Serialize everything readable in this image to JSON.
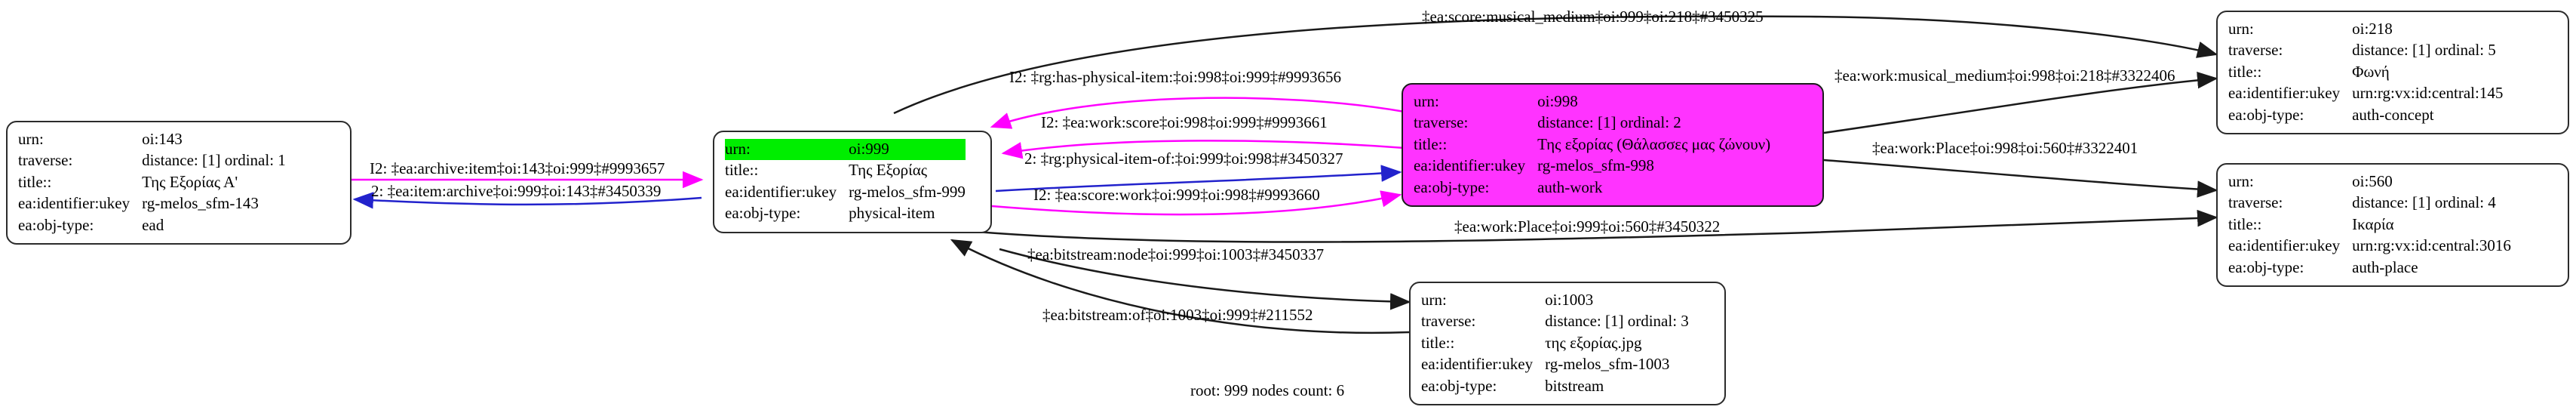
{
  "graph": {
    "footer": "root: 999 nodes count: 6",
    "colors": {
      "highlight_green": "#00ee00",
      "focus_magenta": "#ff33ff",
      "edge_black": "#1a1a1a",
      "edge_magenta": "#ff00ff",
      "edge_blue": "#2222cc",
      "node_border": "#2b2b2b"
    }
  },
  "nodes": [
    {
      "id": "oi143",
      "name": "node-oi-143",
      "style": "plain",
      "rows": [
        {
          "key": "urn:",
          "value": "oi:143"
        },
        {
          "key": "traverse:",
          "value": "distance: [1]     ordinal: 1"
        },
        {
          "key": "title::",
          "value": "Της Εξορίας Α'"
        },
        {
          "key": "ea:identifier:ukey",
          "value": "rg-melos_sfm-143"
        },
        {
          "key": "ea:obj-type:",
          "value": "ead"
        }
      ]
    },
    {
      "id": "oi999",
      "name": "node-oi-999",
      "style": "root-highlight",
      "rows": [
        {
          "key": "urn:",
          "value": "oi:999",
          "highlight": true
        },
        {
          "key": "title::",
          "value": "Της Εξορίας"
        },
        {
          "key": "ea:identifier:ukey",
          "value": "rg-melos_sfm-999"
        },
        {
          "key": "ea:obj-type:",
          "value": "physical-item"
        }
      ]
    },
    {
      "id": "oi998",
      "name": "node-oi-998",
      "style": "magenta",
      "rows": [
        {
          "key": "urn:",
          "value": "oi:998"
        },
        {
          "key": "traverse:",
          "value": "distance: [1]     ordinal: 2"
        },
        {
          "key": "title::",
          "value": "Της εξορίας (Θάλασσες μας ζώνουν)"
        },
        {
          "key": "ea:identifier:ukey",
          "value": "rg-melos_sfm-998"
        },
        {
          "key": "ea:obj-type:",
          "value": "auth-work"
        }
      ]
    },
    {
      "id": "oi218",
      "name": "node-oi-218",
      "style": "plain",
      "rows": [
        {
          "key": "urn:",
          "value": "oi:218"
        },
        {
          "key": "traverse:",
          "value": "distance: [1]     ordinal: 5"
        },
        {
          "key": "title::",
          "value": "Φωνή"
        },
        {
          "key": "ea:identifier:ukey",
          "value": "urn:rg:vx:id:central:145"
        },
        {
          "key": "ea:obj-type:",
          "value": "auth-concept"
        }
      ]
    },
    {
      "id": "oi560",
      "name": "node-oi-560",
      "style": "plain",
      "rows": [
        {
          "key": "urn:",
          "value": "oi:560"
        },
        {
          "key": "traverse:",
          "value": "distance: [1]     ordinal: 4"
        },
        {
          "key": "title::",
          "value": "Ικαρία"
        },
        {
          "key": "ea:identifier:ukey",
          "value": "urn:rg:vx:id:central:3016"
        },
        {
          "key": "ea:obj-type:",
          "value": "auth-place"
        }
      ]
    },
    {
      "id": "oi1003",
      "name": "node-oi-1003",
      "style": "plain",
      "rows": [
        {
          "key": "urn:",
          "value": "oi:1003"
        },
        {
          "key": "traverse:",
          "value": "distance: [1]     ordinal: 3"
        },
        {
          "key": "title::",
          "value": "της εξορίας.jpg"
        },
        {
          "key": "ea:identifier:ukey",
          "value": "rg-melos_sfm-1003"
        },
        {
          "key": "ea:obj-type:",
          "value": "bitstream"
        }
      ]
    }
  ],
  "edges": [
    {
      "id": "e1",
      "label": "I2: ‡ea:archive:item‡oi:143‡oi:999‡#9993657",
      "color": "magenta",
      "from": "oi143",
      "to": "oi999"
    },
    {
      "id": "e2",
      "label": "2: ‡ea:item:archive‡oi:999‡oi:143‡#3450339",
      "color": "blue",
      "from": "oi999",
      "to": "oi143"
    },
    {
      "id": "e3",
      "label": "I2: ‡rg:has-physical-item:‡oi:998‡oi:999‡#9993656",
      "color": "magenta",
      "from": "oi998",
      "to": "oi999"
    },
    {
      "id": "e4",
      "label": "I2: ‡ea:work:score‡oi:998‡oi:999‡#9993661",
      "color": "magenta",
      "from": "oi998",
      "to": "oi999"
    },
    {
      "id": "e5",
      "label": "2: ‡rg:physical-item-of:‡oi:999‡oi:998‡#3450327",
      "color": "blue",
      "from": "oi999",
      "to": "oi998"
    },
    {
      "id": "e6",
      "label": "I2: ‡ea:score:work‡oi:999‡oi:998‡#9993660",
      "color": "magenta",
      "from": "oi999",
      "to": "oi998"
    },
    {
      "id": "e7",
      "label": "‡ea:score:musical_medium‡oi:999‡oi:218‡#3450325",
      "color": "black",
      "from": "oi999",
      "to": "oi218"
    },
    {
      "id": "e8",
      "label": "‡ea:work:musical_medium‡oi:998‡oi:218‡#3322406",
      "color": "black",
      "from": "oi998",
      "to": "oi218"
    },
    {
      "id": "e9",
      "label": "‡ea:work:Place‡oi:998‡oi:560‡#3322401",
      "color": "black",
      "from": "oi998",
      "to": "oi560"
    },
    {
      "id": "e10",
      "label": "‡ea:work:Place‡oi:999‡oi:560‡#3450322",
      "color": "black",
      "from": "oi999",
      "to": "oi560"
    },
    {
      "id": "e11",
      "label": "‡ea:bitstream:node‡oi:999‡oi:1003‡#3450337",
      "color": "black",
      "from": "oi999",
      "to": "oi1003"
    },
    {
      "id": "e12",
      "label": "‡ea:bitstream:of‡oi:1003‡oi:999‡#211552",
      "color": "black",
      "from": "oi1003",
      "to": "oi999"
    }
  ]
}
